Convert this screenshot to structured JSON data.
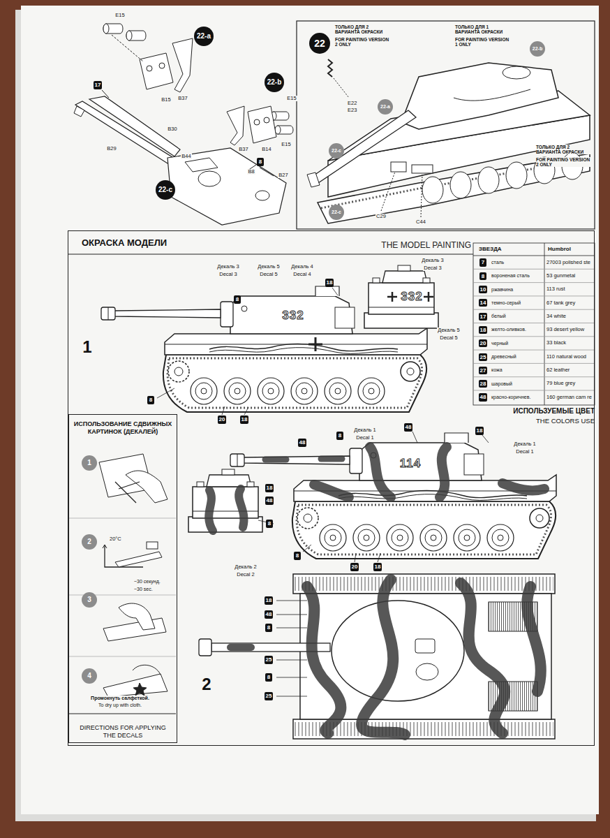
{
  "diagram": {
    "nodes": [
      {
        "text": [
          "22-a"
        ]
      },
      {
        "text": [
          "22-b"
        ]
      },
      {
        "text": [
          "22-c"
        ]
      },
      {
        "text": [
          "22"
        ]
      },
      {
        "text": [
          "ОКРАСКА МОДЕЛИ",
          "THE MODEL PAINTING"
        ]
      },
      {
        "text": [
          "ИСПОЛЬЗОВАНИЕ СДВИЖНЫХ КАРТИНОК (ДЕКАЛЕЙ)",
          "DIRECTIONS FOR APPLYING THE DECALS"
        ],
        "in": 4
      },
      {
        "text": [
          "1"
        ],
        "in": 5
      },
      {
        "text": [
          "2"
        ],
        "in": 5
      },
      {
        "text": [
          "3"
        ],
        "in": 5
      },
      {
        "text": [
          "4"
        ],
        "in": 5
      }
    ],
    "labels": [
      "E15",
      "B15",
      "B37",
      "E15",
      "B37",
      "B14",
      "E15",
      "17",
      "B30",
      "B29",
      "B44",
      "8",
      "B8",
      "B27",
      "ТОЛЬКО ДЛЯ 2 ВАРИАНТА ОКРАСКИ",
      "FOR PAINTING VERSION 2 ONLY",
      "ТОЛЬКО ДЛЯ 1 ВАРИАНТА ОКРАСКИ",
      "FOR PAINTING VERSION 1 ONLY",
      "ТОЛЬКО ДЛЯ 2 ВАРИАНТА ОКРАСКИ",
      "FOR PAINTING VERSION 2 ONLY",
      "E22",
      "E23",
      "C29",
      "C44",
      "22-b",
      "22-a",
      "22-c",
      "22-c",
      "Декаль 3",
      "Decal 3",
      "Декаль 5",
      "Decal 5",
      "Декаль 4",
      "Decal 4",
      "18",
      "8",
      "332",
      "Декаль 3",
      "Decal 3",
      "332",
      "Декаль 5",
      "Decal 5",
      "8",
      "20",
      "18",
      "1",
      "ЗВЕЗДА",
      "Humbrol",
      "7",
      "сталь",
      "27003 polished ste",
      "8",
      "вороненая сталь",
      "53 gunmetal",
      "10",
      "ржавчина",
      "113 rust",
      "14",
      "темно-серый",
      "67 tank grey",
      "17",
      "белый",
      "34 white",
      "18",
      "желто-оливков.",
      "93 desert yellow",
      "20",
      "черный",
      "33 black",
      "25",
      "древесный",
      "110 natural wood",
      "27",
      "кожа",
      "62 leather",
      "28",
      "шаровый",
      "79 blue grey",
      "48",
      "красно-коричнев.",
      "160 german cam re",
      "ИСПОЛЬЗУЕМЫЕ ЦВЕТ",
      "THE COLORS USE",
      "48",
      "8",
      "Декаль 1",
      "Decal 1",
      "48",
      "18",
      "Декаль 1",
      "Decal 1",
      "114",
      "18",
      "48",
      "8",
      "Декаль 2",
      "Decal 2",
      "8",
      "20",
      "18",
      "2",
      "18",
      "48",
      "8",
      "25",
      "8",
      "25",
      "20°C",
      "~30 секунд.",
      "~30 sec.",
      "Промокнуть салфеткой.",
      "To dry up with cloth."
    ]
  }
}
